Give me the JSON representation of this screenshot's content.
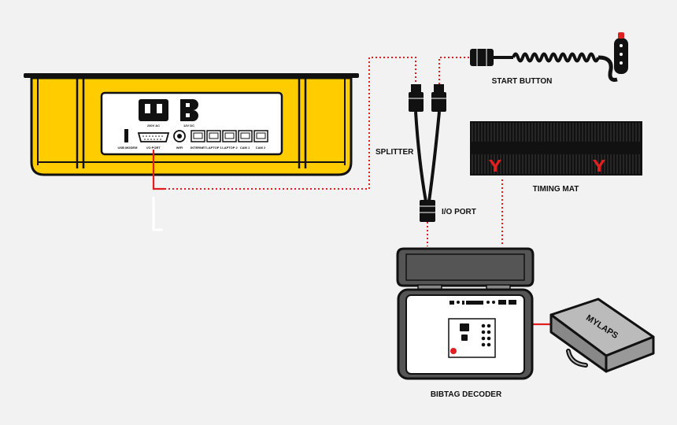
{
  "labels": {
    "start_button": "START BUTTON",
    "splitter": "SPLITTER",
    "timing_mat": "TIMING MAT",
    "io_port": "I/O PORT",
    "bibtag_decoder": "BIBTAG DECODER",
    "mylaps": "MYLAPS"
  },
  "panel": {
    "power_230": "230V AC",
    "power_12": "12V DC",
    "usb_modem": "USB MODEM",
    "io_port": "I/O PORT",
    "wifi": "WIFI",
    "internet": "INTERNET",
    "laptop1": "LAPTOP 1",
    "laptop2": "LAPTOP 2",
    "cam1": "CAM 1",
    "cam2": "CAM 2"
  },
  "colors": {
    "case_yellow": "#ffcc00",
    "signal_red": "#e02020",
    "outline": "#111111"
  }
}
